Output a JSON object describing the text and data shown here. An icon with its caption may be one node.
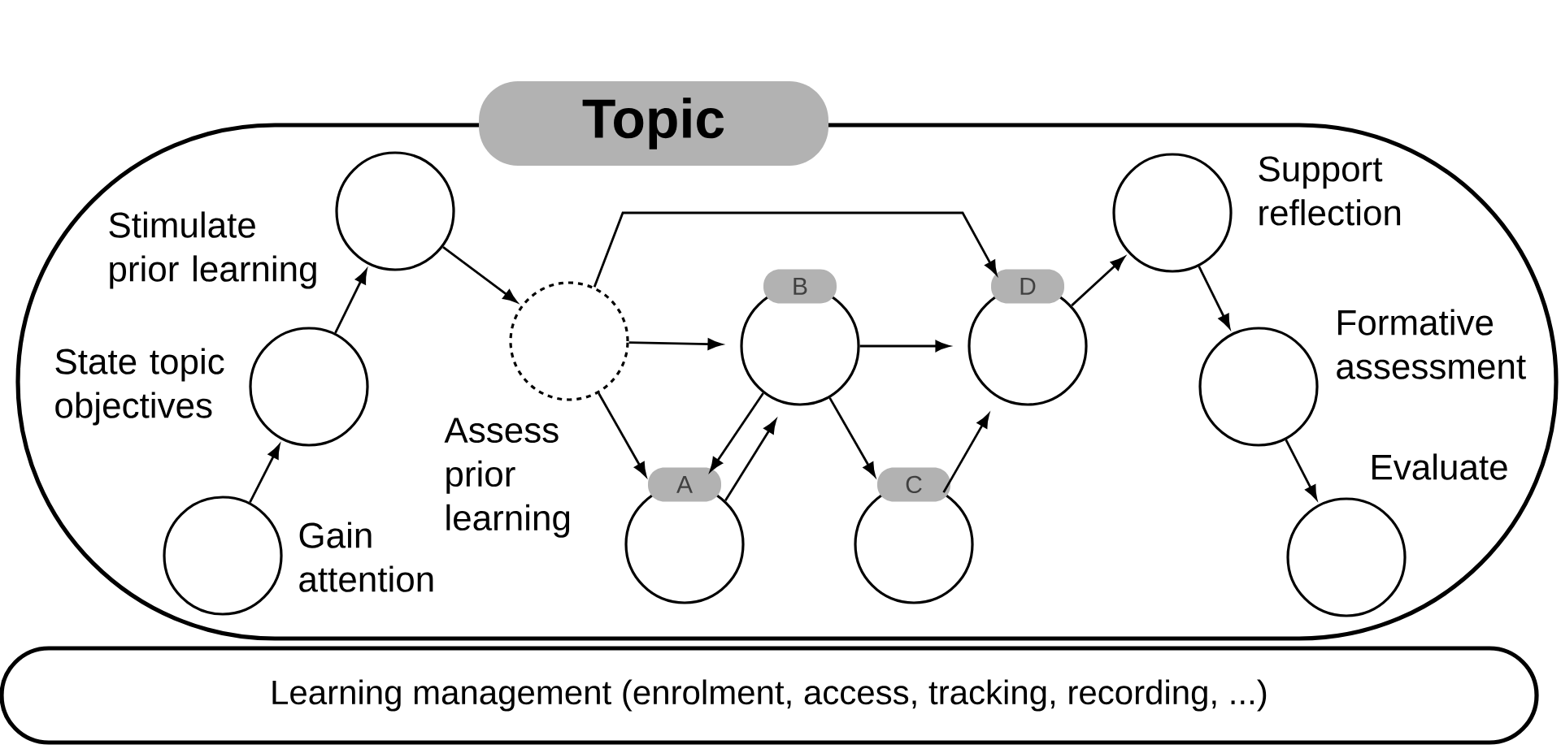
{
  "diagram": {
    "nodes": [
      {
        "text": [
          "Topic"
        ]
      },
      {
        "text": [],
        "shape": "circle",
        "beside": [
          "Gain attention"
        ],
        "in": 0
      },
      {
        "text": [],
        "shape": "circle",
        "beside": [
          "State topic objectives"
        ],
        "in": 0
      },
      {
        "text": [],
        "shape": "circle",
        "beside": [
          "Stimulate prior learning"
        ],
        "in": 0
      },
      {
        "text": [],
        "shape": "circle",
        "beside": [
          "Assess prior learning"
        ],
        "in": 0
      },
      {
        "text": [
          "A"
        ],
        "in": 0
      },
      {
        "text": [
          "B"
        ],
        "in": 0
      },
      {
        "text": [
          "C"
        ],
        "in": 0
      },
      {
        "text": [
          "D"
        ],
        "in": 0
      },
      {
        "text": [],
        "shape": "circle",
        "beside": [
          "Support reflection"
        ],
        "in": 0
      },
      {
        "text": [],
        "shape": "circle",
        "beside": [
          "Formative assessment"
        ],
        "in": 0
      },
      {
        "text": [],
        "shape": "circle",
        "beside": [
          "Evaluate"
        ],
        "in": 0
      },
      {
        "text": [
          "Learning management (enrolment, access, tracking, recording, ...)"
        ]
      }
    ],
    "edges": [
      {
        "from": 1,
        "to": 2,
        "arrow": "to"
      },
      {
        "from": 2,
        "to": 3,
        "arrow": "to"
      },
      {
        "from": 3,
        "to": 4,
        "arrow": "to"
      },
      {
        "from": 4,
        "to": 8,
        "arrow": "to"
      },
      {
        "from": 4,
        "to": 6,
        "arrow": "to"
      },
      {
        "from": 4,
        "to": 5,
        "arrow": "to"
      },
      {
        "from": 6,
        "to": 5,
        "arrow": "to"
      },
      {
        "from": 5,
        "to": 6,
        "arrow": "to"
      },
      {
        "from": 6,
        "to": 8,
        "arrow": "to"
      },
      {
        "from": 6,
        "to": 7,
        "arrow": "to"
      },
      {
        "from": 7,
        "to": 8,
        "arrow": "to"
      },
      {
        "from": 8,
        "to": 9,
        "arrow": "to"
      },
      {
        "from": 9,
        "to": 10,
        "arrow": "to"
      },
      {
        "from": 10,
        "to": 11,
        "arrow": "to"
      }
    ]
  }
}
